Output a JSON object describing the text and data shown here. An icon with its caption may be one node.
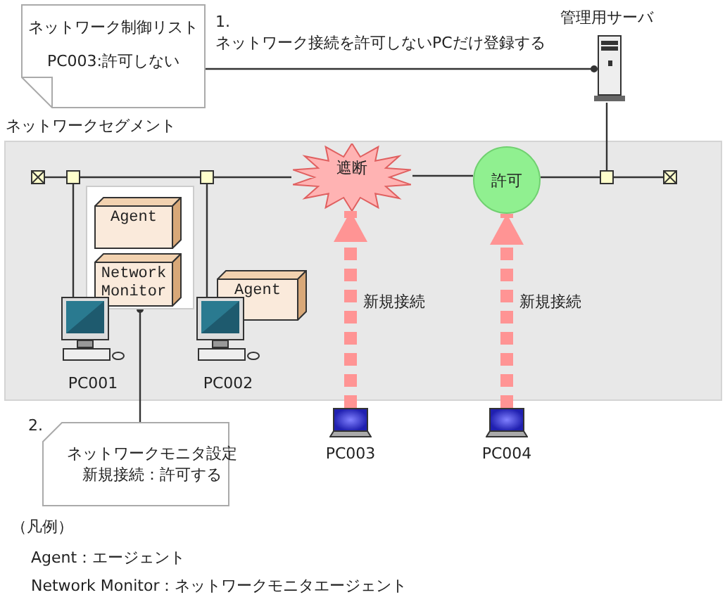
{
  "diagram": {
    "nodes": [
      {
        "text": [
          "ネットワーク制御リスト",
          "PC003:許可しない"
        ]
      },
      {
        "text": [
          "管理用サーバ"
        ]
      },
      {
        "text": [
          "ネットワークセグメント"
        ]
      },
      {
        "text": [],
        "shape": "box",
        "in": 2
      },
      {
        "text": [],
        "shape": "box",
        "in": 2
      },
      {
        "text": [],
        "shape": "box",
        "in": 2
      },
      {
        "text": [
          "遮断"
        ],
        "in": 2
      },
      {
        "text": [
          "許可"
        ],
        "in": 2
      },
      {
        "text": [],
        "shape": "box",
        "in": 2
      },
      {
        "text": [],
        "shape": "box",
        "in": 2
      },
      {
        "text": [],
        "shape": "box",
        "in": 2
      },
      {
        "text": [
          "Agent"
        ],
        "in": 10
      },
      {
        "text": [
          "Network Monitor"
        ],
        "in": 10
      },
      {
        "text": [
          "PC001"
        ],
        "in": 2
      },
      {
        "text": [
          "Agent"
        ],
        "in": 2
      },
      {
        "text": [
          "PC002"
        ],
        "in": 2
      },
      {
        "text": [
          "PC003"
        ]
      },
      {
        "text": [
          "PC004"
        ]
      },
      {
        "text": [
          "2.",
          "ネットワークモニタ設定新規接続：許可する"
        ]
      }
    ],
    "edges": [
      {
        "from": 0,
        "to": 1,
        "arrow": "other",
        "label": "1. ネットワーク接続を許可しないPCだけ登録する"
      },
      {
        "from": 3,
        "to": 4,
        "arrow": "none"
      },
      {
        "from": 4,
        "to": 5,
        "arrow": "none"
      },
      {
        "from": 5,
        "to": 6,
        "arrow": "none"
      },
      {
        "from": 6,
        "to": 7,
        "arrow": "none"
      },
      {
        "from": 7,
        "to": 8,
        "arrow": "none"
      },
      {
        "from": 8,
        "to": 9,
        "arrow": "none"
      },
      {
        "from": 4,
        "to": 13,
        "arrow": "none"
      },
      {
        "from": 5,
        "to": 15,
        "arrow": "none"
      },
      {
        "from": 1,
        "to": 8,
        "arrow": "none"
      },
      {
        "from": 16,
        "to": 6,
        "arrow": "to",
        "label": "新規接続",
        "style": "dashed",
        "color": "#ff9494"
      },
      {
        "from": 17,
        "to": 7,
        "arrow": "to",
        "label": "新規接続",
        "style": "dashed",
        "color": "#ff9494"
      },
      {
        "from": 18,
        "to": 10,
        "arrow": "other"
      }
    ],
    "labels": [
      "（凡例）",
      "Agent：エージェント",
      "Network Monitor：ネットワークモニタエージェント"
    ]
  }
}
